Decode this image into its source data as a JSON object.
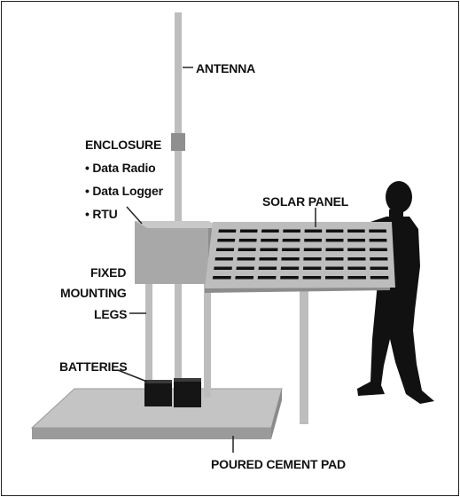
{
  "labels": {
    "antenna": "ANTENNA",
    "enclosure": "ENCLOSURE",
    "data_radio": "• Data Radio",
    "data_logger": "• Data Logger",
    "rtu": "• RTU",
    "solar_panel": "SOLAR PANEL",
    "fixed": "FIXED",
    "mounting": "MOUNTING",
    "legs": "LEGS",
    "batteries": "BATTERIES",
    "pad": "POURED CEMENT PAD"
  },
  "colors": {
    "outline": "#222222",
    "pad_top": "#c4c4c4",
    "pad_side": "#9a9a9a",
    "pole": "#bdbdbd",
    "enclosure": "#a8a8a8",
    "panel_frame": "#b8b8b8",
    "panel_cell": "#111111",
    "battery": "#151515",
    "silhouette": "#111111"
  }
}
